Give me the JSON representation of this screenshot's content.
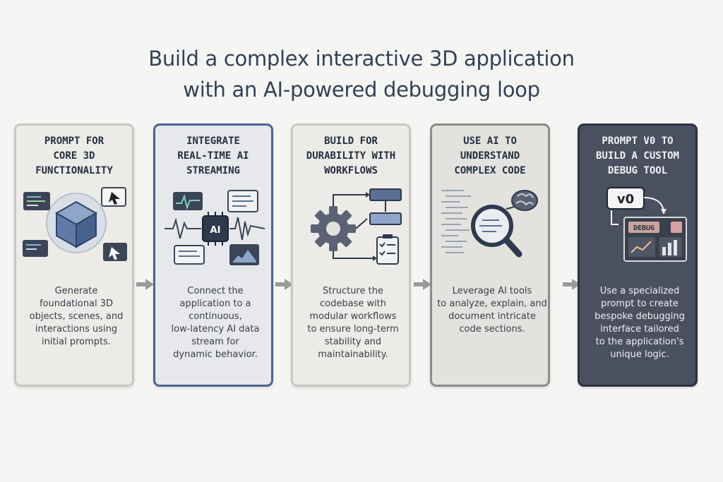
{
  "title": {
    "line1": "Build a complex interactive 3D application",
    "line2": "with an AI-powered debugging loop"
  },
  "steps": [
    {
      "heading": [
        "PROMPT FOR",
        "CORE 3D",
        "FUNCTIONALITY"
      ],
      "body": [
        "Generate",
        "foundational 3D",
        "objects, scenes, and",
        "interactions using",
        "initial prompts."
      ],
      "icon": "3d-cube-icon"
    },
    {
      "heading": [
        "INTEGRATE",
        "REAL-TIME AI",
        "STREAMING"
      ],
      "body": [
        "Connect the",
        "application to a",
        "continuous,",
        "low-latency AI data",
        "stream for",
        "dynamic behavior."
      ],
      "icon": "ai-chip-icon",
      "chip_label": "AI"
    },
    {
      "heading": [
        "BUILD FOR",
        "DURABILITY WITH",
        "WORKFLOWS"
      ],
      "body": [
        "Structure the",
        "codebase with",
        "modular workflows",
        "to ensure long-term",
        "stability and",
        "maintainability."
      ],
      "icon": "gear-workflow-icon"
    },
    {
      "heading": [
        "USE AI TO",
        "UNDERSTAND",
        "COMPLEX CODE"
      ],
      "body": [
        "Leverage AI tools",
        "to analyze, explain, and",
        "document intricate",
        "code sections."
      ],
      "icon": "magnifier-brain-icon"
    },
    {
      "heading": [
        "PROMPT V0 TO",
        "BUILD A CUSTOM",
        "DEBUG TOOL"
      ],
      "body": [
        "Use a specialized",
        "prompt to create",
        "bespoke debugging",
        "interface tailored",
        "to the application's",
        "unique logic."
      ],
      "icon": "debug-dashboard-icon",
      "badge_label": "v0",
      "panel_label": "DEBUG"
    }
  ],
  "colors": {
    "card_light": "#ecebe8",
    "card_blue_border": "#4d6390",
    "card_dark": "#4a5060",
    "arrow": "#9a9a9a",
    "title": "#334155"
  }
}
